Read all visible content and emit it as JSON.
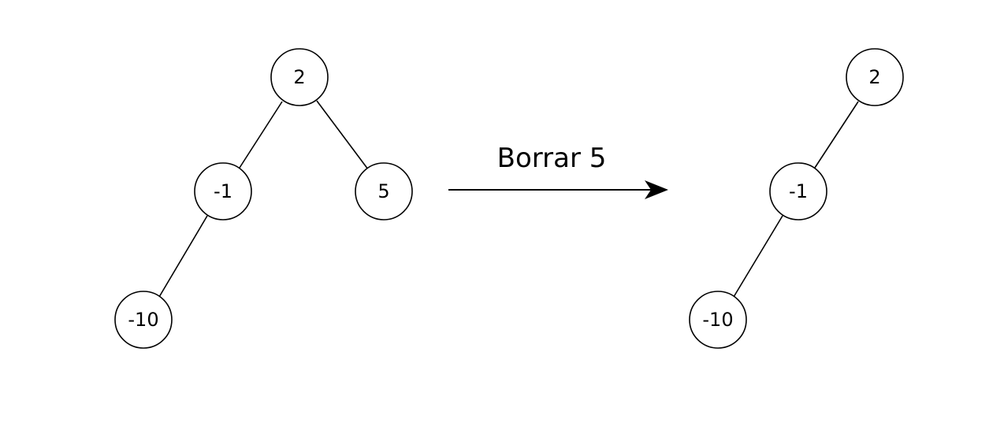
{
  "trees": {
    "before": {
      "nodes": [
        {
          "id": "b2",
          "label": "2"
        },
        {
          "id": "bm1",
          "label": "-1"
        },
        {
          "id": "b5",
          "label": "5"
        },
        {
          "id": "bm10",
          "label": "-10"
        }
      ]
    },
    "after": {
      "nodes": [
        {
          "id": "a2",
          "label": "2"
        },
        {
          "id": "am1",
          "label": "-1"
        },
        {
          "id": "am10",
          "label": "-10"
        }
      ]
    }
  },
  "operation": {
    "label": "Borrar 5"
  }
}
